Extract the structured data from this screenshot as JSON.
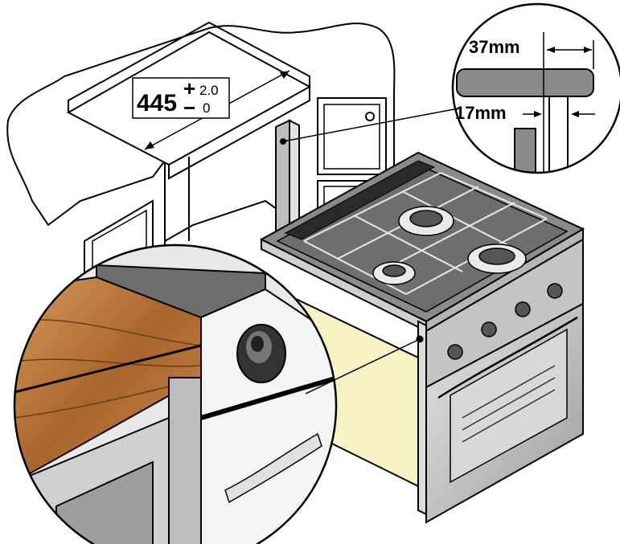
{
  "opening_width": {
    "value": "445",
    "plus_symbol": "+",
    "minus_symbol": "−",
    "plus_tolerance": "2.0",
    "minus_tolerance": "0"
  },
  "detail_dimensions": {
    "overhang": "37mm",
    "gap": "17mm"
  },
  "colors": {
    "outline": "#000000",
    "cabinet_fill": "#ffffff",
    "stainless": "#c8c8c8",
    "glass_top": "#7a7a7a",
    "oven_side_panel": "#f6f2c4",
    "wood": "#b8763a"
  }
}
